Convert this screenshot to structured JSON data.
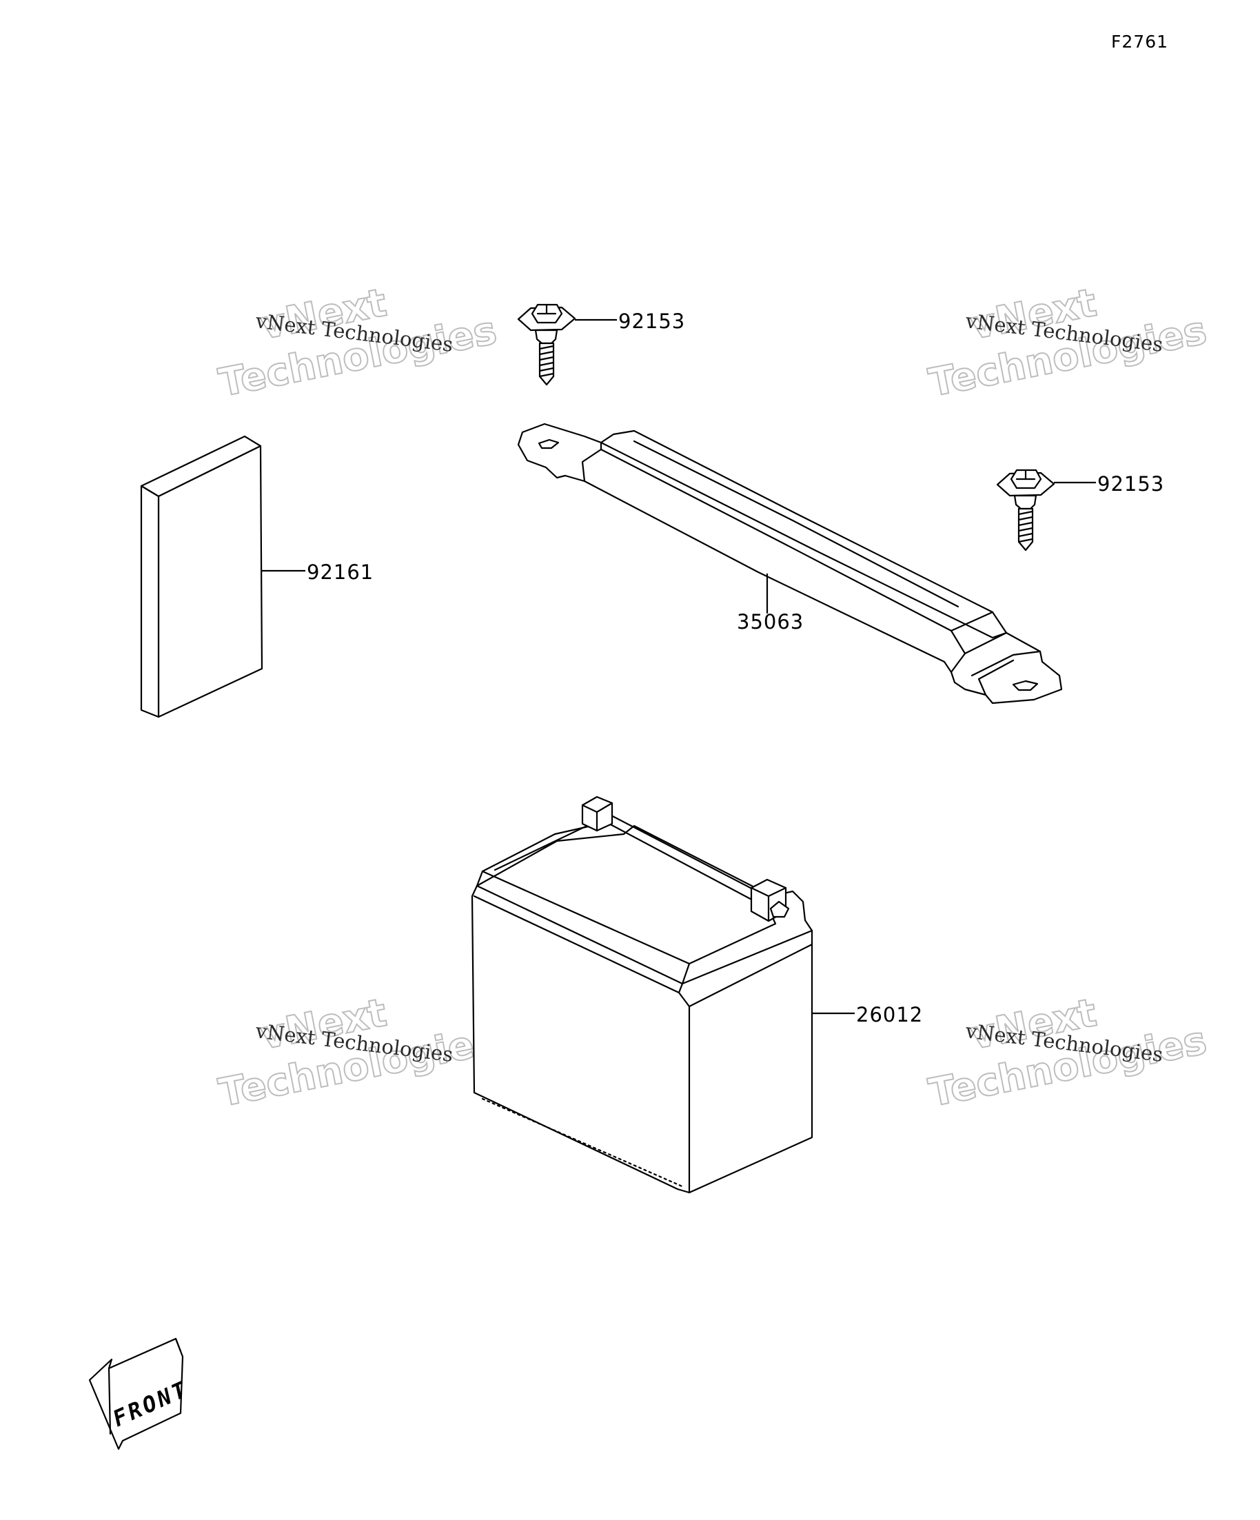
{
  "figure": {
    "number": "F2761"
  },
  "parts": [
    {
      "id": "bolt-a",
      "label": "92153"
    },
    {
      "id": "bolt-b",
      "label": "92153"
    },
    {
      "id": "pad",
      "label": "92161"
    },
    {
      "id": "band",
      "label": "35063"
    },
    {
      "id": "battery",
      "label": "26012"
    }
  ],
  "watermark": {
    "logo_line1": "vNext",
    "logo_line2": "Technologies",
    "caption": "vNext Technologies"
  },
  "front_arrow": {
    "label": "FRONT"
  }
}
